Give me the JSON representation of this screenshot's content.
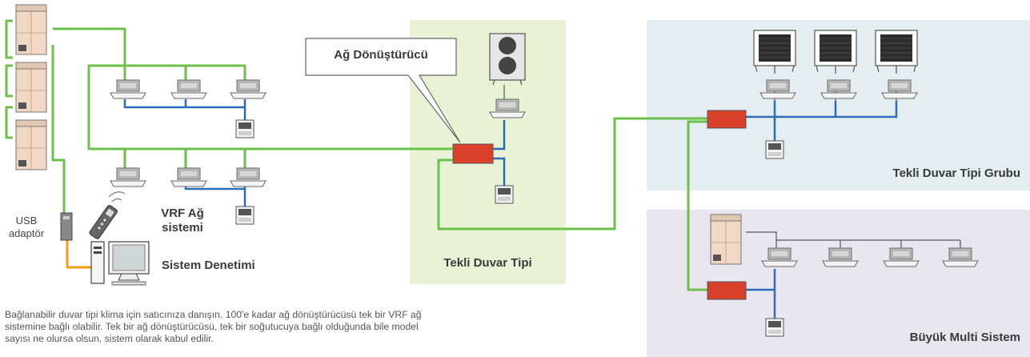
{
  "labels": {
    "converter_callout": "Ağ Dönüştürücü",
    "vrf_network": "VRF Ağ\nsistemi",
    "usb_adapter": "USB\nadaptör",
    "system_control": "Sistem Denetimi",
    "single_wall_type": "Tekli Duvar Tipi",
    "single_wall_group": "Tekli Duvar Tipi Grubu",
    "big_multi_system": "Büyük Multi Sistem"
  },
  "note": "Bağlanabilir duvar tipi klima için satıcınıza danışın. 100'e kadar ağ dönüştürücüsü tek bir VRF ağ sistemine bağlı olabilir. Tek bir ağ dönüştürücüsü, tek bir soğutucuya bağlı olduğunda bile model sayısı ne olursa olsun, sistem olarak kabul edilir.",
  "colors": {
    "network_line": "#6cc04a",
    "control_line": "#2a6db5",
    "usb_line": "#f39c12",
    "converter": "#d9412b",
    "panel_green": "#e8f3d6",
    "panel_blue": "#e4edf2",
    "panel_purple": "#e9e6f2",
    "outdoor_unit": "#f0d8c4"
  }
}
